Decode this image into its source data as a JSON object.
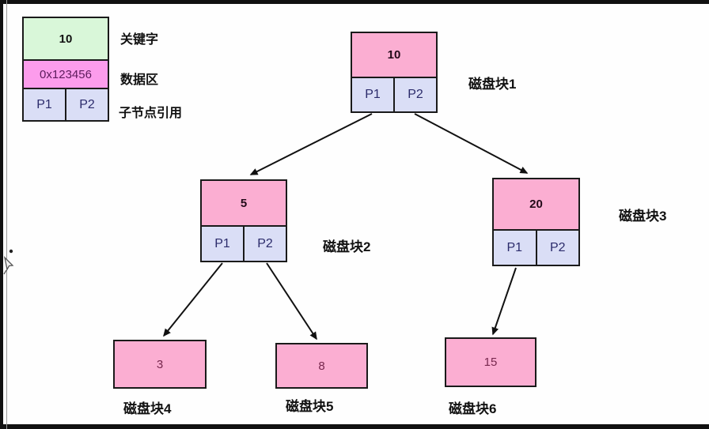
{
  "legend": {
    "key_sample": "10",
    "key_label": "关键字",
    "data_sample": "0x123456",
    "data_label": "数据区",
    "pointer_samples": [
      "P1",
      "P2"
    ],
    "pointer_label": "子节点引用"
  },
  "nodes": {
    "block1": {
      "label": "磁盘块1",
      "key": "10",
      "p1": "P1",
      "p2": "P2"
    },
    "block2": {
      "label": "磁盘块2",
      "key": "5",
      "p1": "P1",
      "p2": "P2"
    },
    "block3": {
      "label": "磁盘块3",
      "key": "20",
      "p1": "P1",
      "p2": "P2"
    },
    "block4": {
      "label": "磁盘块4",
      "key": "3"
    },
    "block5": {
      "label": "磁盘块5",
      "key": "8"
    },
    "block6": {
      "label": "磁盘块6",
      "key": "15"
    }
  },
  "edges": [
    {
      "from": "block1.P1",
      "to": "block2"
    },
    {
      "from": "block1.P2",
      "to": "block3"
    },
    {
      "from": "block2.P1",
      "to": "block4"
    },
    {
      "from": "block2.P2",
      "to": "block5"
    },
    {
      "from": "block3.P1",
      "to": "block6"
    }
  ],
  "colors": {
    "key_fill": "#fbaed2",
    "legend_key_fill": "#d9f7d9",
    "legend_data_fill": "#fc9cec",
    "pointer_fill": "#dadef6",
    "border": "#1a1a1a",
    "arrow": "#111111"
  }
}
